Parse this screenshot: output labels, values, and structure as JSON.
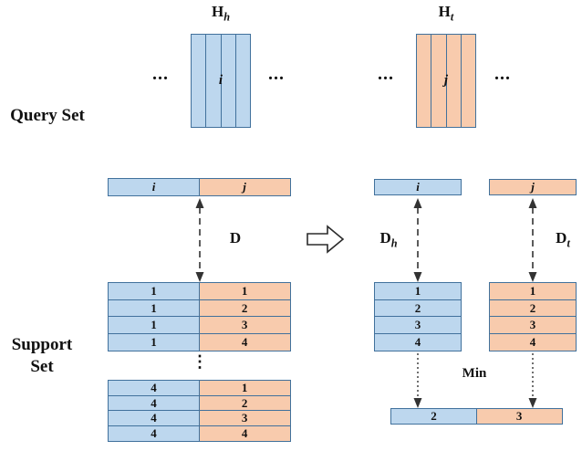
{
  "colors": {
    "blue_fill": "#bdd7ee",
    "orange_fill": "#f8cbad",
    "stroke": "#41719c",
    "arrow": "#333333"
  },
  "query": {
    "label": "Query Set",
    "left_matrix": {
      "title_main": "H",
      "title_sub": "h",
      "cell_label": "i",
      "dots_left": "...",
      "dots_right": "..."
    },
    "right_matrix": {
      "title_main": "H",
      "title_sub": "t",
      "cell_label": "j",
      "dots_left": "...",
      "dots_right": "..."
    }
  },
  "support": {
    "label_line1": "Support",
    "label_line2": "Set",
    "left": {
      "query_bar": {
        "head": "i",
        "tail": "j"
      },
      "distance_label": "D",
      "table1": [
        [
          "1",
          "1"
        ],
        [
          "1",
          "2"
        ],
        [
          "1",
          "3"
        ],
        [
          "1",
          "4"
        ]
      ],
      "ellipsis": "⋮",
      "table2": [
        [
          "4",
          "1"
        ],
        [
          "4",
          "2"
        ],
        [
          "4",
          "3"
        ],
        [
          "4",
          "4"
        ]
      ]
    },
    "right": {
      "head_bar": "i",
      "tail_bar": "j",
      "distance_head": {
        "main": "D",
        "sub": "h"
      },
      "distance_tail": {
        "main": "D",
        "sub": "t"
      },
      "head_table": [
        "1",
        "2",
        "3",
        "4"
      ],
      "tail_table": [
        "1",
        "2",
        "3",
        "4"
      ],
      "min_label": "Min",
      "result": {
        "head": "2",
        "tail": "3"
      }
    }
  }
}
